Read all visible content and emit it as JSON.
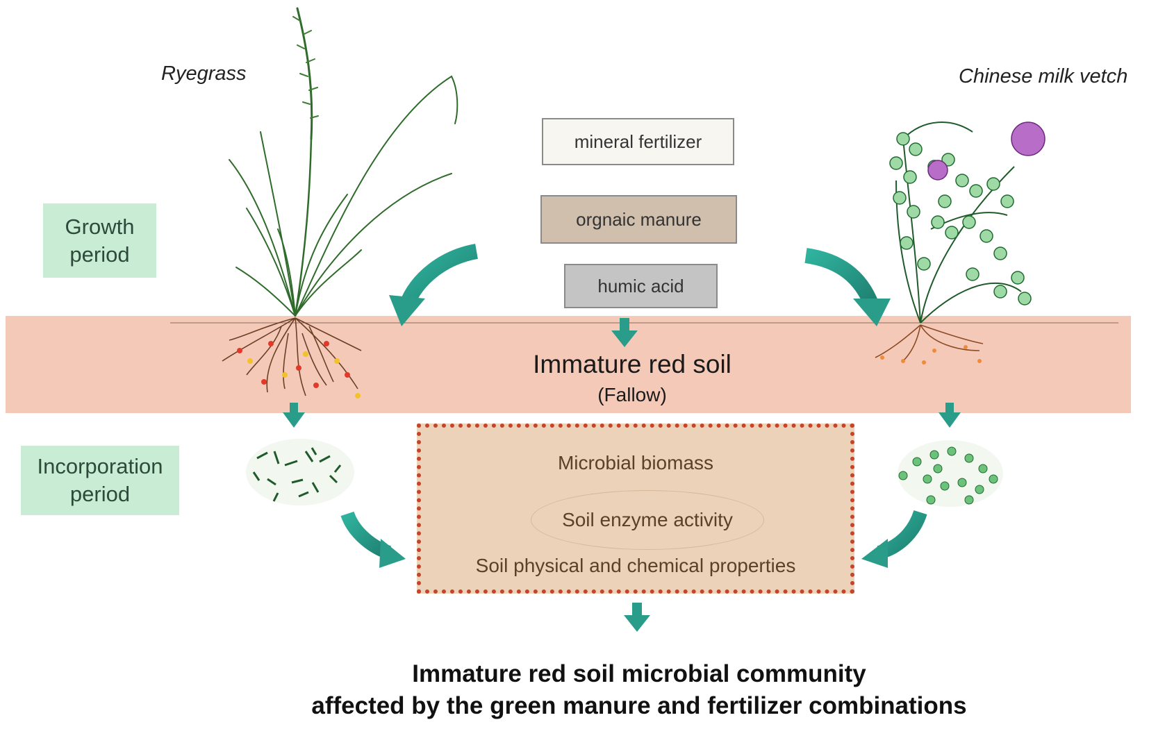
{
  "plants": {
    "left_name": "Ryegrass",
    "right_name": "Chinese milk vetch"
  },
  "periods": {
    "growth": "Growth period",
    "incorporation": "Incorporation period"
  },
  "fertilizers": [
    {
      "label": "mineral fertilizer",
      "color": "#f8f6f0"
    },
    {
      "label": "orgnaic manure",
      "color": "#cfbfac"
    },
    {
      "label": "humic acid",
      "color": "#c4c4c4"
    }
  ],
  "soil": {
    "title": "Immature red soil",
    "subtitle": "(Fallow)",
    "color": "#f5c9b8"
  },
  "effects": {
    "items": [
      "Microbial biomass",
      "Soil enzyme activity",
      "Soil physical and chemical properties"
    ],
    "border_color": "#c5442a",
    "fill_color": "#ebd2b8"
  },
  "conclusion": {
    "line1": "Immature red soil microbial community",
    "line2": "affected by the green manure and fertilizer combinations"
  },
  "colors": {
    "arrow": "#2a9c8a",
    "period_fill": "#c8ecd4"
  }
}
